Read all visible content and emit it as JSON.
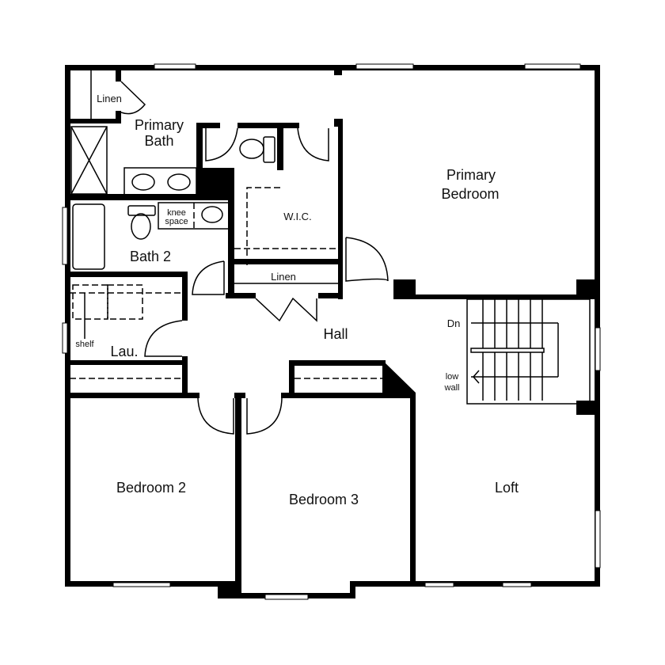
{
  "rooms": {
    "primary_bath": [
      "Primary",
      "Bath"
    ],
    "primary_bedroom": [
      "Primary",
      "Bedroom"
    ],
    "linen_top": "Linen",
    "knee_space": [
      "knee",
      "space"
    ],
    "wic": "W.I.C.",
    "bath2": "Bath 2",
    "linen_hall": "Linen",
    "hall": "Hall",
    "laundry": "Lau.",
    "shelf": "shelf",
    "dn": "Dn",
    "low_wall": [
      "low",
      "wall"
    ],
    "bedroom2": "Bedroom 2",
    "bedroom3": "Bedroom 3",
    "loft": "Loft"
  },
  "colors": {
    "wall": "#000000",
    "background": "#ffffff"
  }
}
